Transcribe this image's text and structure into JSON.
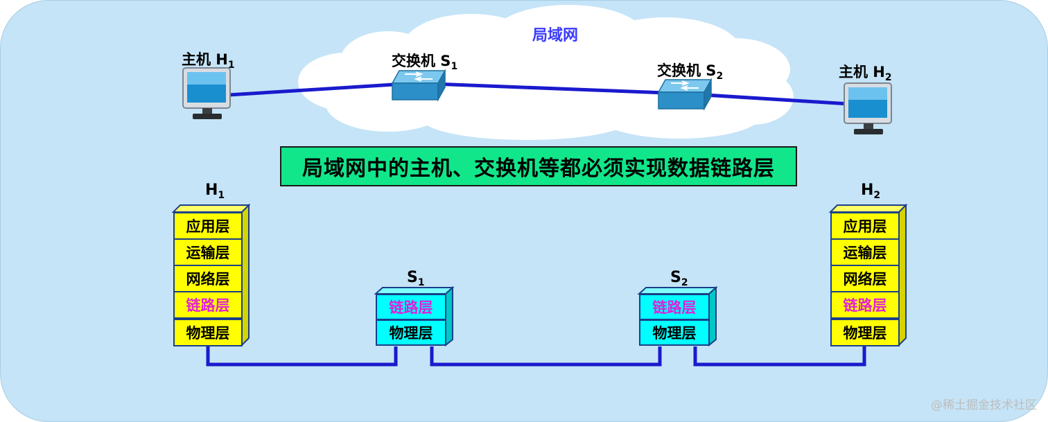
{
  "colors": {
    "panel_bg": "#c5e4f7",
    "link_blue": "#1a1acd",
    "banner_green": "#11e68a",
    "layer_yellow": "#ffff00",
    "layer_cyan": "#00ffff",
    "link_layer_text": "#e020d8"
  },
  "network": {
    "lan_label": "局域网",
    "host1": {
      "label": "主机 H",
      "sub": "1"
    },
    "host2": {
      "label": "主机 H",
      "sub": "2"
    },
    "switch1": {
      "label": "交换机 S",
      "sub": "1"
    },
    "switch2": {
      "label": "交换机 S",
      "sub": "2"
    }
  },
  "banner": "局域网中的主机、交换机等都必须实现数据链路层",
  "stacks": {
    "h1": {
      "label": "H",
      "sub": "1",
      "layers": [
        "应用层",
        "运输层",
        "网络层",
        "链路层",
        "物理层"
      ]
    },
    "s1": {
      "label": "S",
      "sub": "1",
      "layers": [
        "链路层",
        "物理层"
      ]
    },
    "s2": {
      "label": "S",
      "sub": "2",
      "layers": [
        "链路层",
        "物理层"
      ]
    },
    "h2": {
      "label": "H",
      "sub": "2",
      "layers": [
        "应用层",
        "运输层",
        "网络层",
        "链路层",
        "物理层"
      ]
    }
  },
  "watermark": "@稀土掘金技术社区",
  "icons": [
    "cloud-icon",
    "host-computer-icon",
    "switch-icon"
  ]
}
